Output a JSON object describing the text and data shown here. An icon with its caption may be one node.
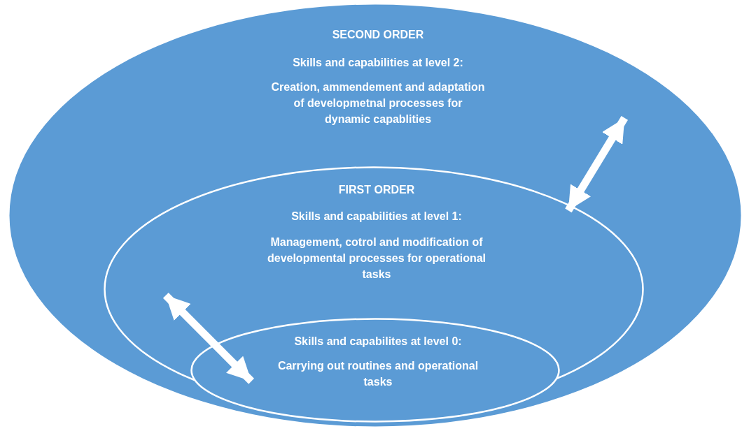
{
  "diagram": {
    "nodes": [
      {
        "text": [
          "SECOND ORDER",
          "Skills and capabilities at level 2:",
          "Creation, ammendement and adaptation of developmetnal processes for dynamic capablities"
        ]
      },
      {
        "text": [
          "FIRST ORDER",
          "Skills and capabilities at level 1:",
          "Management, cotrol and modification of developmental processes for operational tasks"
        ],
        "in": 0
      },
      {
        "text": [
          "Skills and capabilites at level 0:",
          "Carrying out routines and operational tasks"
        ],
        "in": 1
      }
    ],
    "edges": [
      {
        "from": 0,
        "to": 1,
        "arrow": "both"
      },
      {
        "from": 1,
        "to": 2,
        "arrow": "both"
      }
    ]
  }
}
